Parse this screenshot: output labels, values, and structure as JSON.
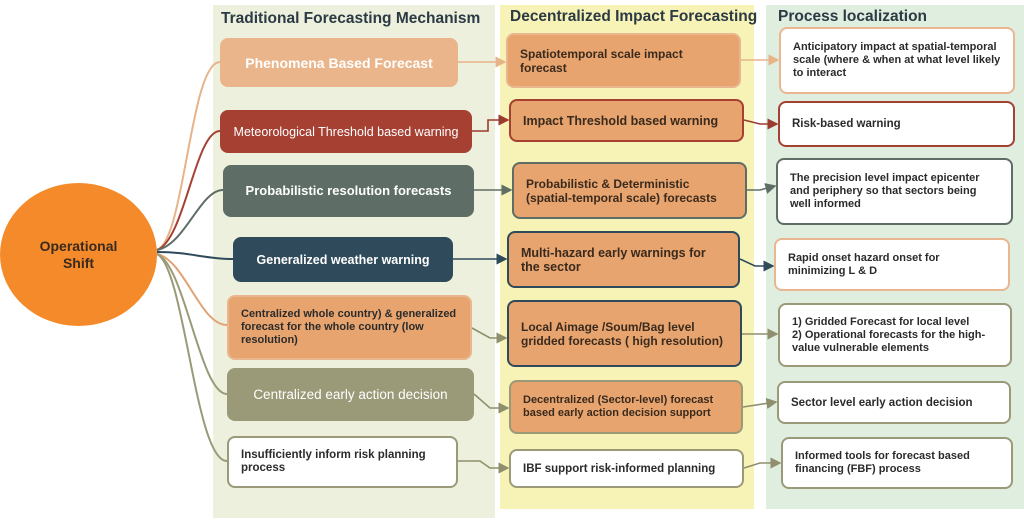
{
  "center": {
    "label": "Operational\nShift"
  },
  "columns": [
    {
      "title": "Traditional Forecasting Mechanism"
    },
    {
      "title": "Decentralized Impact Forecasting"
    },
    {
      "title": "Process localization"
    }
  ],
  "rows": [
    {
      "traditional": "Phenomena Based Forecast",
      "decentralized": "Spatiotemporal scale impact forecast",
      "localization": "Anticipatory impact at spatial-temporal scale (where & when at what level likely to interact"
    },
    {
      "traditional": "Meteorological Threshold based warning",
      "decentralized": "Impact Threshold based warning",
      "localization": "Risk-based warning"
    },
    {
      "traditional": "Probabilistic resolution forecasts",
      "decentralized": "Probabilistic & Deterministic (spatial-temporal scale) forecasts",
      "localization": "The precision level impact epicenter and periphery so that sectors being well informed"
    },
    {
      "traditional": "Generalized weather warning",
      "decentralized": "Multi-hazard early warnings for the sector",
      "localization": "Rapid onset hazard onset for minimizing L & D"
    },
    {
      "traditional": "Centralized whole country)  & generalized forecast for the whole country (low resolution)",
      "decentralized": "Local Aimage /Soum/Bag level gridded forecasts ( high resolution)",
      "localization": "1) Gridded Forecast for local level\n2) Operational forecasts for the high-value vulnerable elements"
    },
    {
      "traditional": "Centralized early action decision",
      "decentralized": "Decentralized (Sector-level) forecast based early action decision support",
      "localization": "Sector level early action decision"
    },
    {
      "traditional": "Insufficiently inform risk planning process",
      "decentralized": "IBF support risk-informed planning",
      "localization": "Informed tools for forecast based financing (FBF) process"
    }
  ],
  "colors": {
    "col1_bg": "#ecf0dc",
    "col2_bg": "#f7f3b6",
    "col3_bg": "#e0eee0",
    "circle": "#f58a2b",
    "orange_box": "#e7a46e",
    "red": "#a54033",
    "slate": "#5e6e66",
    "navy": "#2f4a5a",
    "olive": "#9a9a78",
    "peach_border": "#e9b690"
  }
}
